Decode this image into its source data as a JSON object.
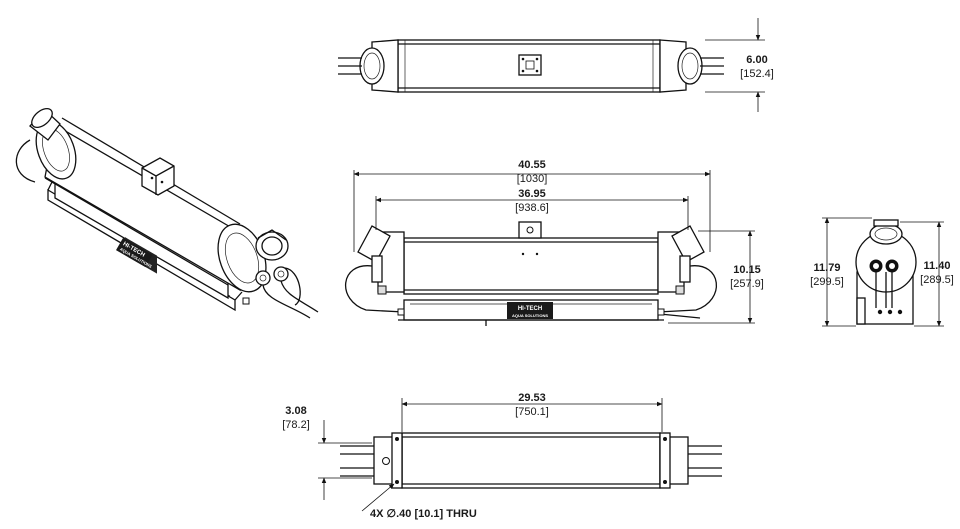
{
  "dimensions": {
    "top_width": {
      "in": "6.00",
      "mm": "[152.4]"
    },
    "overall_length": {
      "in": "40.55",
      "mm": "[1030]"
    },
    "body_length": {
      "in": "36.95",
      "mm": "[938.6]"
    },
    "front_height": {
      "in": "10.15",
      "mm": "[257.9]"
    },
    "side_height_outer": {
      "in": "11.79",
      "mm": "[299.5]"
    },
    "side_height_inner": {
      "in": "11.40",
      "mm": "[289.5]"
    },
    "base_width": {
      "in": "3.08",
      "mm": "[78.2]"
    },
    "hole_spacing": {
      "in": "29.53",
      "mm": "[750.1]"
    },
    "hole_note": "4X ∅.40 [10.1] THRU"
  },
  "logo_text": [
    "HI-TECH",
    "AQUA SOLUTIONS"
  ]
}
